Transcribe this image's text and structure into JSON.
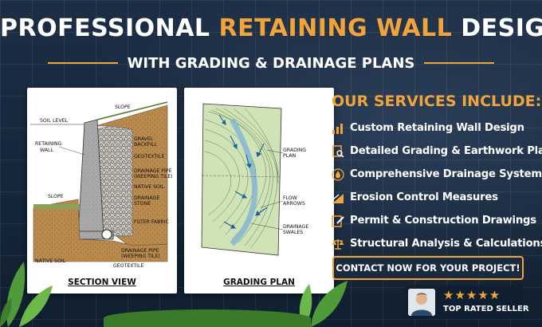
{
  "header": {
    "title_part1": "PROFESSIONAL ",
    "title_accent": "RETAINING WALL",
    "title_part2": " DESIGN",
    "subtitle": "WITH GRADING & DRAINAGE PLANS"
  },
  "section_view": {
    "caption": "SECTION VIEW",
    "labels": {
      "slope_top": "SLOPE",
      "soil_level": "SOIL LEVEL",
      "retaining_wall_1": "RETAINING",
      "retaining_wall_2": "WALL",
      "gravel_1": "GRAVEL",
      "gravel_2": "BACKFILL",
      "geotextile_top": "GEOTEXTILE",
      "drain_pipe_1": "DRAINAGE PIPE",
      "drain_pipe_2": "(WEEPING TILE)",
      "native_soil_right": "NATIVE SOIL",
      "drain_stone_1": "DRAINAGE",
      "drain_stone_2": "STONE",
      "slope_bottom": "SLOPE",
      "filter_fabric": "FILTER FABRIC",
      "drain_pipe_b1": "DRAINAGE PIPE",
      "drain_pipe_b2": "(WEEPING TILE)",
      "native_soil_left": "NATIVE SOIL",
      "geotextile_bottom": "GEOTEXTILE"
    }
  },
  "grading_plan": {
    "caption": "GRADING PLAN",
    "labels": {
      "grading_1": "GRADING",
      "grading_2": "PLAN",
      "flow_1": "FLOW",
      "flow_2": "ARROWS",
      "swales_1": "DRAINAGE",
      "swales_2": "SWALES"
    }
  },
  "services": {
    "title": "OUR SERVICES INCLUDE:",
    "items": [
      {
        "label": "Custom Retaining Wall Design",
        "icon": "bar-chart-icon"
      },
      {
        "label": "Detailed Grading & Earthwork Plans",
        "icon": "document-search-icon"
      },
      {
        "label": "Comprehensive Drainage Systems",
        "icon": "water-drop-icon"
      },
      {
        "label": "Erosion Control Measures",
        "icon": "slope-icon"
      },
      {
        "label": "Permit & Construction Drawings",
        "icon": "drawing-pencil-icon"
      },
      {
        "label": "Structural Analysis & Calculations",
        "icon": "balance-scale-icon"
      }
    ]
  },
  "cta": {
    "label": "CONTACT NOW FOR YOUR PROJECT!"
  },
  "seller": {
    "stars": "★★★★★",
    "badge": "TOP RATED SELLER",
    "rating": 5
  },
  "colors": {
    "accent": "#f0a43a",
    "background": "#16263a",
    "text": "#ffffff"
  }
}
